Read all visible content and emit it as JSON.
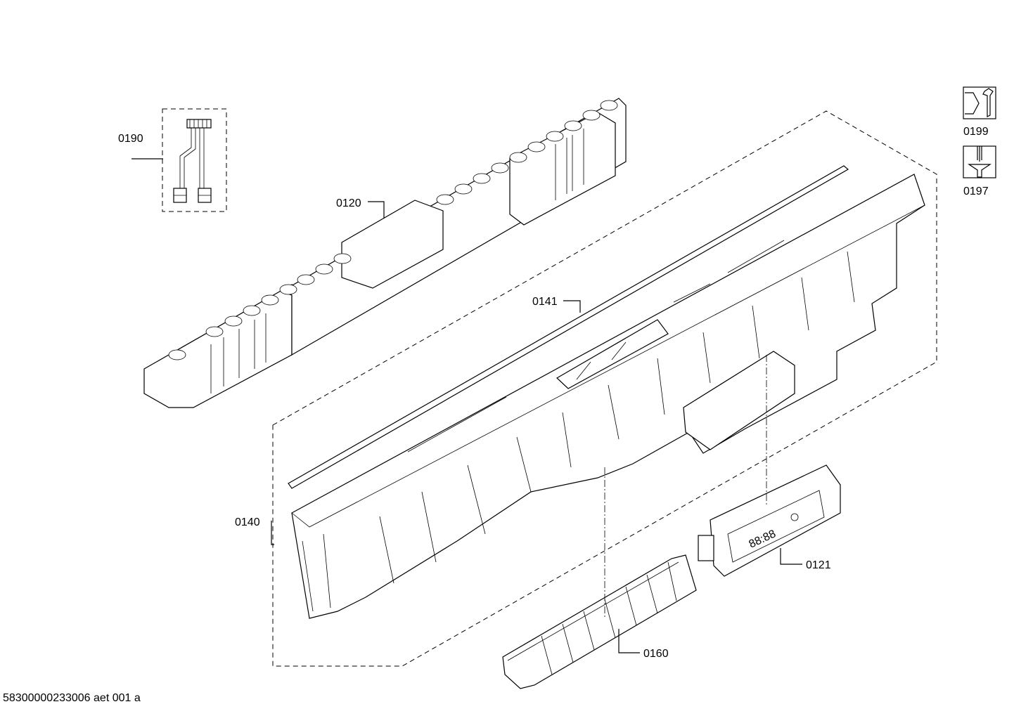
{
  "callouts": {
    "c0190": "0190",
    "c0120": "0120",
    "c0141": "0141",
    "c0140": "0140",
    "c0121": "0121",
    "c0160": "0160",
    "c0199": "0199",
    "c0197": "0197"
  },
  "footer": {
    "document_id": "58300000233006 aet 001 a"
  },
  "icons": {
    "tool_1": "wrench-nut-icon",
    "tool_2": "screwdriver-screw-icon"
  },
  "display_readout": "88:88"
}
